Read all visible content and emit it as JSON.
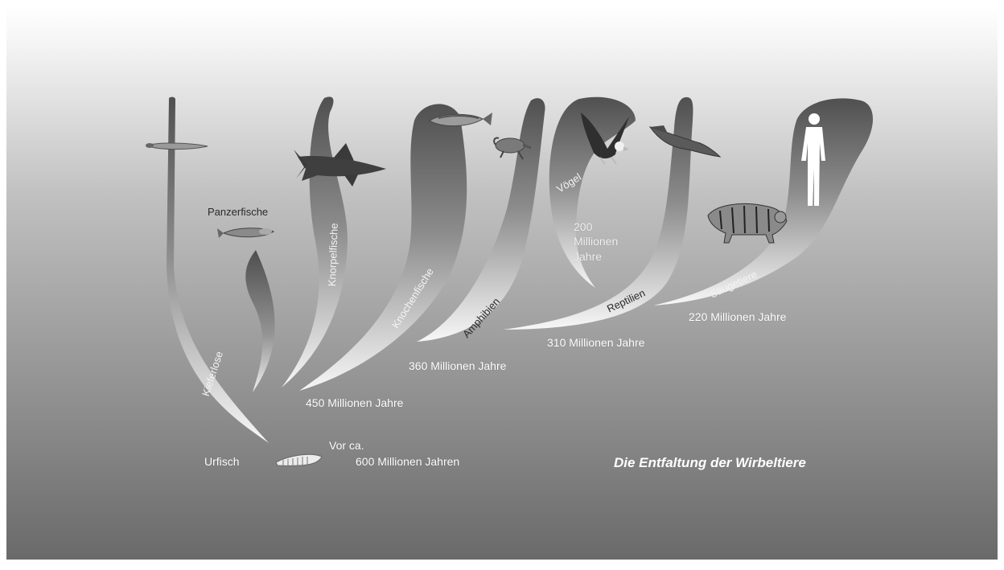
{
  "diagram": {
    "title": "Die Entfaltung der Wirbeltiere",
    "origin": {
      "label": "Urfisch",
      "time_line1": "Vor ca.",
      "time_line2": "600 Millionen Jahren"
    },
    "branches": [
      {
        "id": "kieferlose",
        "label": "Kieferlose"
      },
      {
        "id": "panzerfische",
        "label": "Panzerfische"
      },
      {
        "id": "knorpelfische",
        "label": "Knorpelfische"
      },
      {
        "id": "knochenfische",
        "label": "Knochenfische"
      },
      {
        "id": "amphibien",
        "label": "Amphibien"
      },
      {
        "id": "voegel",
        "label": "Vögel"
      },
      {
        "id": "reptilien",
        "label": "Reptilien"
      },
      {
        "id": "saeugetiere",
        "label": "Säugetiere"
      }
    ],
    "times": {
      "t450": "450 Millionen Jahre",
      "t360": "360 Millionen Jahre",
      "t310": "310 Millionen Jahre",
      "t220": "220 Millionen Jahre",
      "t200_line1": "200",
      "t200_line2": "Millionen",
      "t200_line3": "Jahre"
    },
    "icons": [
      "lamprey-icon",
      "armored-fish-icon",
      "shark-icon",
      "herring-icon",
      "amphibian-icon",
      "eagle-icon",
      "crocodile-icon",
      "tiger-icon",
      "human-icon",
      "primitive-fish-icon"
    ],
    "colors": {
      "background_top": "#ffffff",
      "background_bottom": "#6e6e6e",
      "branch_dark": "#555555",
      "branch_light": "#f2f2f2"
    }
  }
}
